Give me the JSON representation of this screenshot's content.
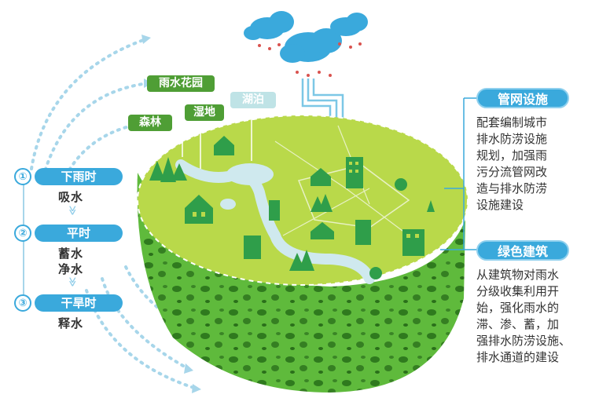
{
  "stages": [
    {
      "number": "①",
      "title": "下雨时",
      "actions": [
        "吸水"
      ]
    },
    {
      "number": "②",
      "title": "平时",
      "actions": [
        "蓄水",
        "净水"
      ]
    },
    {
      "number": "③",
      "title": "干旱时",
      "actions": [
        "释水"
      ]
    }
  ],
  "chevron": "≫",
  "landscape_labels": {
    "rain_garden": "雨水花园",
    "wetland": "湿地",
    "lake": "湖泊",
    "forest": "森林"
  },
  "right_panel": {
    "pipe_network": {
      "title": "管网设施",
      "desc": "配套编制城市\n排水防涝设施\n规划，加强雨\n污分流管网改\n造与排水防涝\n设施建设"
    },
    "green_building": {
      "title": "绿色建筑",
      "desc": "从建筑物对雨水\n分级收集利用开\n始，强化雨水的\n滞、渗、蓄，加\n强排水防涝设施、\n排水通道的建设"
    }
  },
  "colors": {
    "sky_blue": "#3aa9dc",
    "label_green": "#4f9e35",
    "sponge_green": "#6cc04a",
    "surface_green": "#b9d94a",
    "water": "#cfe9ee",
    "building": "#2f9e4a"
  }
}
